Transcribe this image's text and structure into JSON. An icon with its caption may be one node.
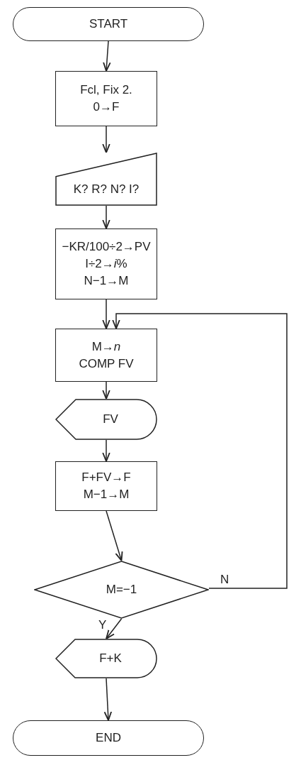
{
  "diagram": {
    "nodes": [
      {
        "text": [
          "START"
        ]
      },
      {
        "text": [
          "Fcl, Fix 2.",
          "0→F"
        ]
      },
      {
        "text": [
          "K? R? N? I?"
        ]
      },
      {
        "text": [
          "−KR/100÷2→PV",
          "I÷2→*i*%",
          "N−1→M"
        ]
      },
      {
        "text": [
          "M→*n*",
          "COMP FV"
        ]
      },
      {
        "text": [
          "FV"
        ]
      },
      {
        "text": [
          "F+FV→F",
          "M−1→M"
        ]
      },
      {
        "text": [
          "M=−1"
        ]
      },
      {
        "text": [
          "F+K"
        ]
      },
      {
        "text": [
          "END"
        ]
      }
    ],
    "edges": [
      {
        "from": 0,
        "to": 1,
        "arrow": "to"
      },
      {
        "from": 1,
        "to": 2,
        "arrow": "to"
      },
      {
        "from": 2,
        "to": 3,
        "arrow": "to"
      },
      {
        "from": 3,
        "to": 4,
        "arrow": "to"
      },
      {
        "from": 4,
        "to": 5,
        "arrow": "to"
      },
      {
        "from": 5,
        "to": 6,
        "arrow": "to"
      },
      {
        "from": 6,
        "to": 7,
        "arrow": "to"
      },
      {
        "from": 7,
        "to": 8,
        "arrow": "to",
        "label": "Y"
      },
      {
        "from": 7,
        "to": 4,
        "arrow": "to",
        "label": "N"
      },
      {
        "from": 8,
        "to": 9,
        "arrow": "to"
      }
    ]
  }
}
